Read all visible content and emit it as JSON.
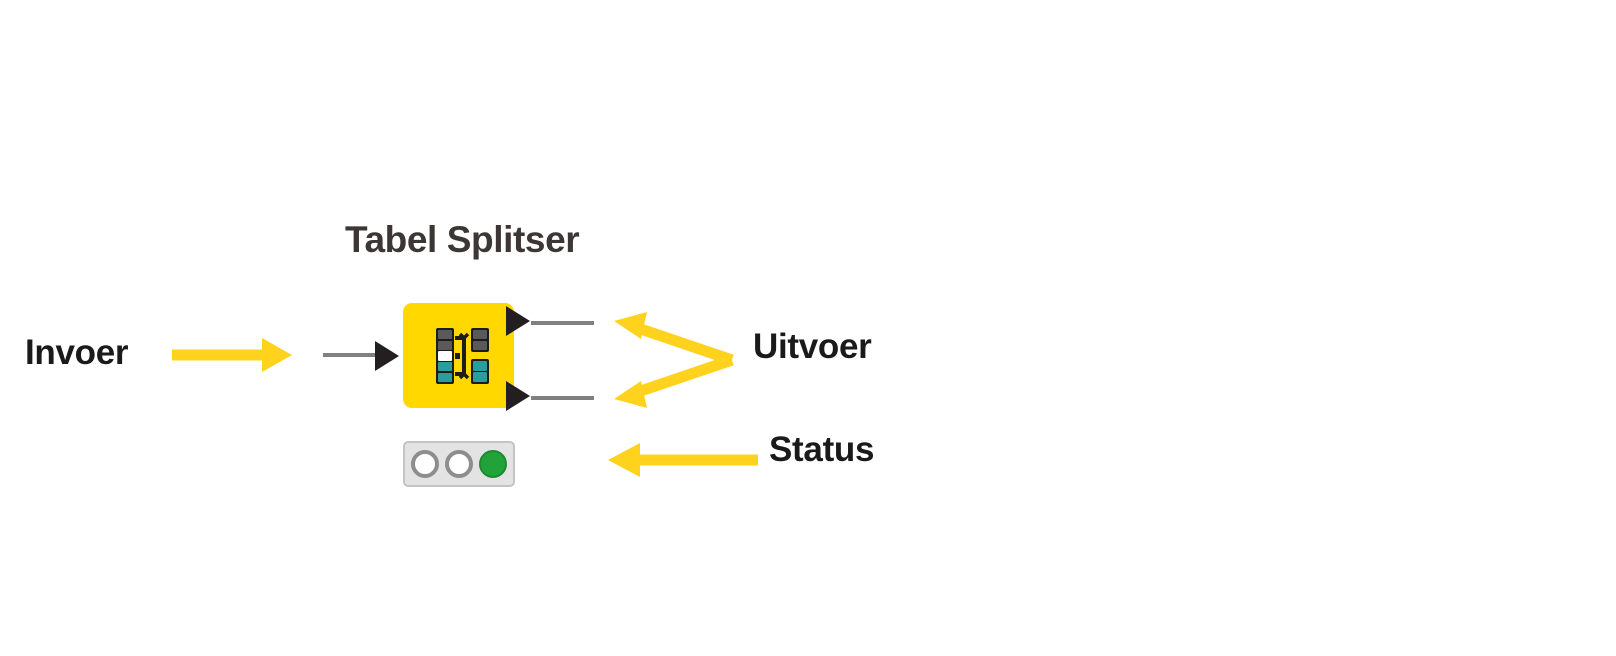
{
  "diagram": {
    "title_label": "Tabel Splitser",
    "node": {
      "name": "Tabel Splitser",
      "body_color": "#ffd800",
      "icon_name": "table-splitter-icon",
      "icon": {
        "left_column_cells": [
          "gray",
          "gray",
          "white",
          "teal",
          "teal"
        ],
        "right_top_cells": [
          "gray",
          "gray"
        ],
        "right_bottom_cells": [
          "teal",
          "teal"
        ],
        "bracket": "split-bracket"
      }
    },
    "ports": {
      "input": {
        "label": "Invoer",
        "count": 1,
        "connector_color": "#808080",
        "triangle_color": "#231f20"
      },
      "output": {
        "label": "Uitvoer",
        "count": 2,
        "connector_color": "#808080",
        "triangle_color": "#231f20"
      }
    },
    "status": {
      "label": "Status",
      "lights": [
        {
          "name": "idle-light",
          "state": "off",
          "color": "#ffffff"
        },
        {
          "name": "running-light",
          "state": "off",
          "color": "#ffffff"
        },
        {
          "name": "executed-light",
          "state": "on",
          "color": "#22a33a"
        }
      ],
      "bar_color": "#e3e3e3",
      "bar_border_color": "#c4c4c4"
    },
    "annotation": {
      "arrow_color": "#ffd21e",
      "arrows": [
        {
          "name": "invoer-arrow",
          "points_to": "input-port",
          "direction": "right"
        },
        {
          "name": "uitvoer-arrow",
          "points_to": "output-ports",
          "direction": "left-split"
        },
        {
          "name": "status-arrow",
          "points_to": "status-bar",
          "direction": "left"
        }
      ]
    },
    "colors": {
      "node_yellow": "#ffd800",
      "annotation_yellow": "#ffd21e",
      "title_text": "#3c3634",
      "label_text": "#1a1a1a",
      "status_green": "#22a33a",
      "connector_gray": "#808080",
      "background": "#ffffff"
    }
  }
}
